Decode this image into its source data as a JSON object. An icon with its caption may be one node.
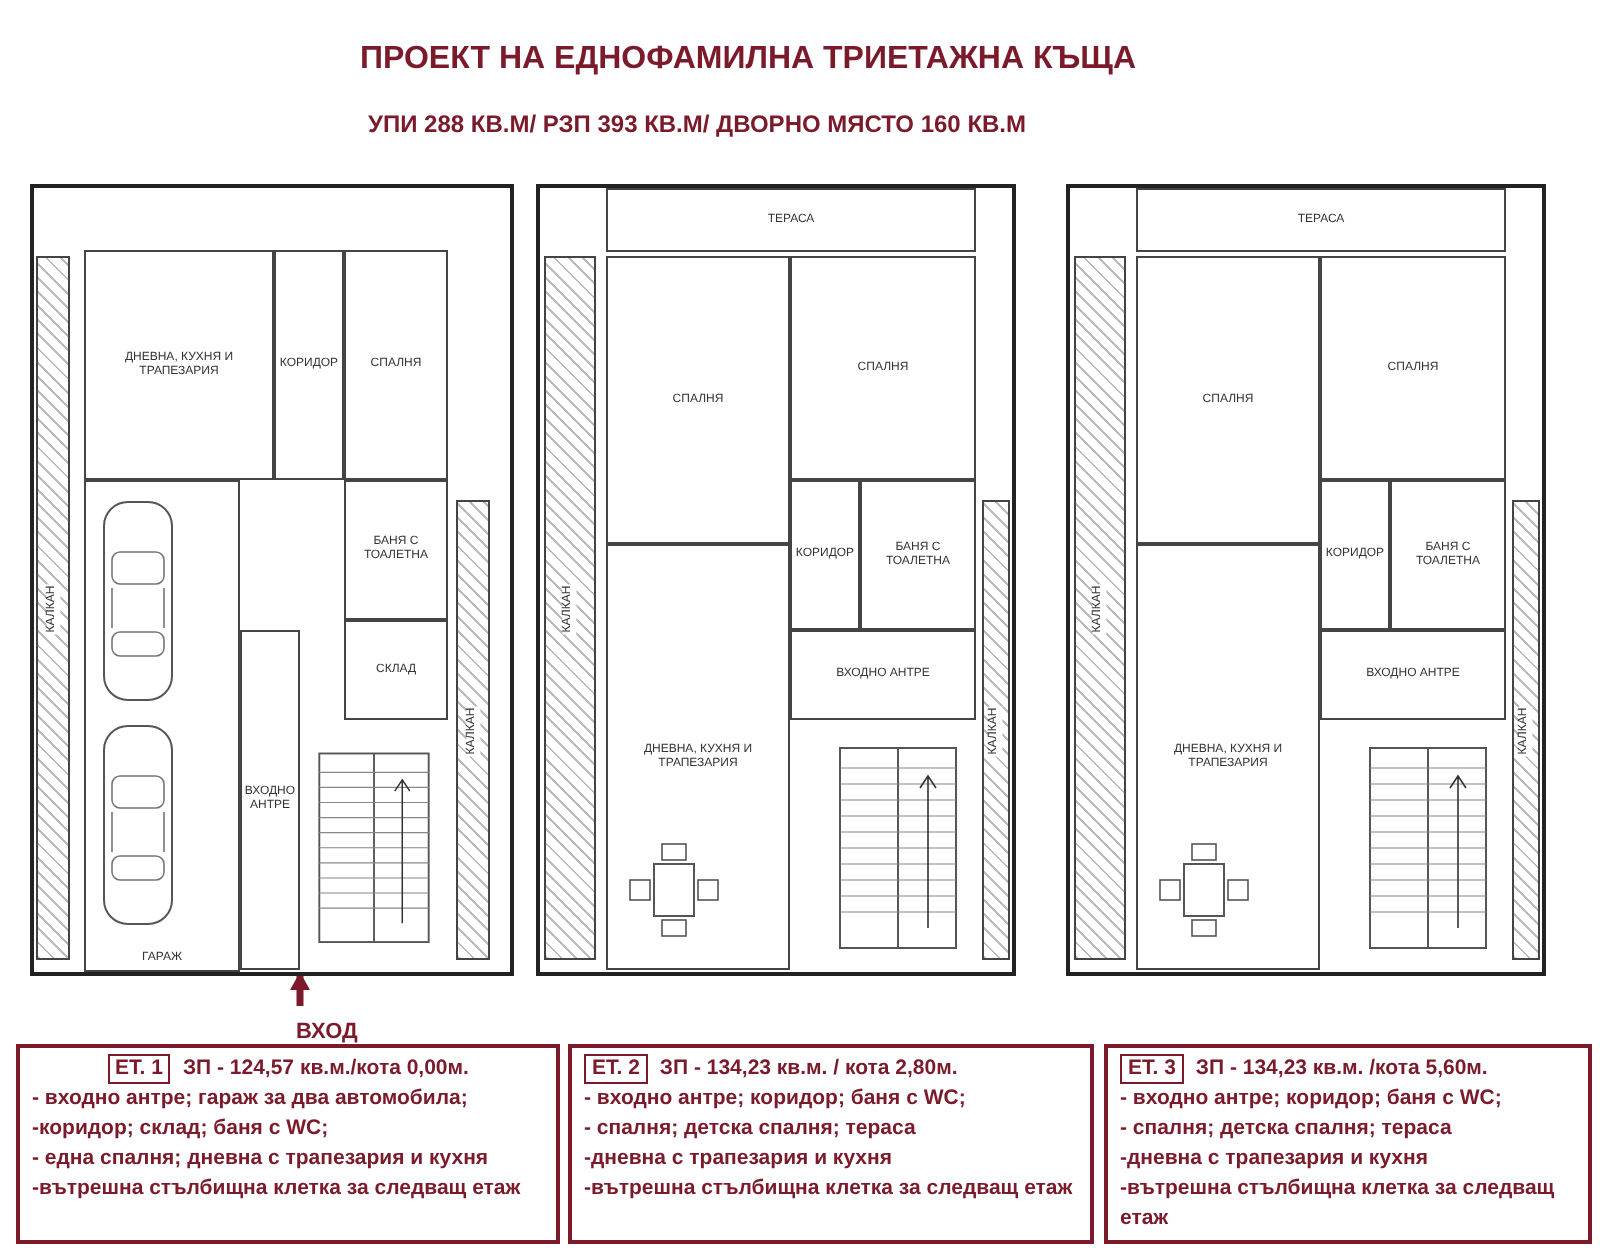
{
  "diagram": {
    "title": "ПРОЕКТ НА ЕДНОФАМИЛНА ТРИЕТАЖНА КЪЩА",
    "nodes": [
      {
        "text": [],
        "shape": "box"
      },
      {
        "text": [
          "ДНЕВНА, КУХНЯ И ТРАПЕЗАРИЯ"
        ],
        "in": 0
      },
      {
        "text": [
          "КОРИДОР"
        ],
        "in": 0
      },
      {
        "text": [
          "СПАЛНЯ"
        ],
        "in": 0
      },
      {
        "text": [
          "БАНЯ С ТОАЛЕТНА"
        ],
        "in": 0
      },
      {
        "text": [
          "СКЛАД"
        ],
        "in": 0
      },
      {
        "text": [
          "ГАРАЖ"
        ],
        "in": 0
      },
      {
        "text": [
          "ВХОДНО АНТРЕ"
        ],
        "in": 0
      },
      {
        "text": [
          "КАЛКАН"
        ],
        "in": 0
      },
      {
        "text": [
          "КАЛКАН"
        ],
        "in": 0
      },
      {
        "text": [],
        "shape": "box"
      },
      {
        "text": [
          "ТЕРАСА"
        ],
        "in": 10
      },
      {
        "text": [
          "СПАЛНЯ"
        ],
        "in": 10
      },
      {
        "text": [
          "СПАЛНЯ"
        ],
        "in": 10
      },
      {
        "text": [
          "КОРИДОР"
        ],
        "in": 10
      },
      {
        "text": [
          "БАНЯ С ТОАЛЕТНА"
        ],
        "in": 10
      },
      {
        "text": [
          "ДНЕВНА, КУХНЯ И ТРАПЕЗАРИЯ"
        ],
        "in": 10
      },
      {
        "text": [
          "ВХОДНО АНТРЕ"
        ],
        "in": 10
      },
      {
        "text": [
          "КАЛКАН"
        ],
        "in": 10
      },
      {
        "text": [
          "КАЛКАН"
        ],
        "in": 10
      },
      {
        "text": [],
        "shape": "box"
      },
      {
        "text": [
          "ТЕРАСА"
        ],
        "in": 20
      },
      {
        "text": [
          "СПАЛНЯ"
        ],
        "in": 20
      },
      {
        "text": [
          "СПАЛНЯ"
        ],
        "in": 20
      },
      {
        "text": [
          "КОРИДОР"
        ],
        "in": 20
      },
      {
        "text": [
          "БАНЯ С ТОАЛЕТНА"
        ],
        "in": 20
      },
      {
        "text": [
          "ДНЕВНА, КУХНЯ И ТРАПЕЗАРИЯ"
        ],
        "in": 20
      },
      {
        "text": [
          "ВХОДНО АНТРЕ"
        ],
        "in": 20
      },
      {
        "text": [
          "КАЛКАН"
        ],
        "in": 20
      },
      {
        "text": [
          "КАЛКАН"
        ],
        "in": 20
      },
      {
        "text": [
          "ВХОД"
        ]
      },
      {
        "text": [
          "ЗП - 124,57 кв.м./кота 0,00м.",
          "- входно антре; гараж за два автомобила;",
          "-коридор; склад; баня с WC;",
          "- една спалня; дневна с трапезария и кухня",
          "-вътрешна стълбищна клетка за следващ етаж"
        ]
      },
      {
        "text": [
          "ЕТ. 1"
        ],
        "in": 31
      },
      {
        "text": [
          "ЗП - 134,23 кв.м. / кота 2,80м.",
          "- входно антре; коридор; баня с WC;",
          "- спалня; детска спалня; тераса",
          "-дневна с трапезария и кухня",
          "-вътрешна стълбищна клетка за следващ етаж"
        ]
      },
      {
        "text": [
          "ЕТ. 2"
        ],
        "in": 33
      },
      {
        "text": [
          "ЗП - 134,23 кв.м. /кота 5,60м.",
          "- входно антре; коридор; баня с WC;",
          "- спалня; детска спалня; тераса",
          "-дневна с трапезария и кухня",
          "-вътрешна стълбищна клетка за следващ етаж"
        ]
      },
      {
        "text": [
          "ЕТ. 3"
        ],
        "in": 35
      }
    ],
    "edges": [
      {
        "from": 30,
        "to": 0,
        "arrow": "to"
      }
    ],
    "labels": [
      "УПИ 288 КВ.М/ РЗП 393 КВ.М/ ДВОРНО МЯСТО 160 КВ.М"
    ]
  }
}
